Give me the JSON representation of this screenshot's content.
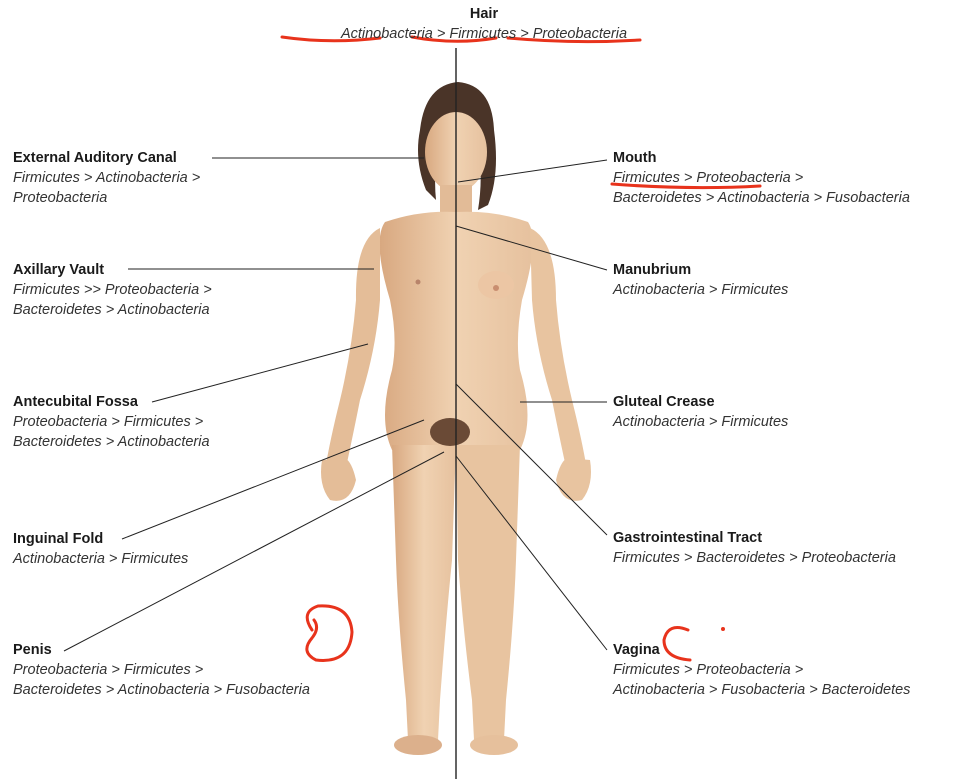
{
  "hair": {
    "title": "Hair",
    "desc1": "Actinobacteria > Firmicutes > Proteobacteria"
  },
  "left": [
    {
      "title": "External Auditory Canal",
      "desc1": "Firmicutes > Actinobacteria >",
      "desc2": "Proteobacteria"
    },
    {
      "title": "Axillary Vault",
      "desc1": "Firmicutes >> Proteobacteria >",
      "desc2": "Bacteroidetes > Actinobacteria"
    },
    {
      "title": "Antecubital Fossa",
      "desc1": "Proteobacteria > Firmicutes >",
      "desc2": "Bacteroidetes > Actinobacteria"
    },
    {
      "title": "Inguinal Fold",
      "desc1": "Actinobacteria > Firmicutes"
    },
    {
      "title": "Penis",
      "desc1": "Proteobacteria > Firmicutes >",
      "desc2": "Bacteroidetes > Actinobacteria > Fusobacteria"
    }
  ],
  "right": [
    {
      "title": "Mouth",
      "desc1": "Firmicutes > Proteobacteria >",
      "desc2": "Bacteroidetes > Actinobacteria > Fusobacteria"
    },
    {
      "title": "Manubrium",
      "desc1": "Actinobacteria > Firmicutes"
    },
    {
      "title": "Gluteal Crease",
      "desc1": "Actinobacteria > Firmicutes"
    },
    {
      "title": "Gastrointestinal Tract",
      "desc1": "Firmicutes > Bacteroidetes > Proteobacteria"
    },
    {
      "title": "Vagina",
      "desc1": "Firmicutes > Proteobacteria >",
      "desc2": "Actinobacteria > Fusobacteria > Bacteroidetes"
    }
  ],
  "colors": {
    "skin": "#e8c6a2",
    "skin_shade": "#cfa07a",
    "hair": "#4a3428",
    "annotation": "#e8331c",
    "line": "#222222"
  }
}
